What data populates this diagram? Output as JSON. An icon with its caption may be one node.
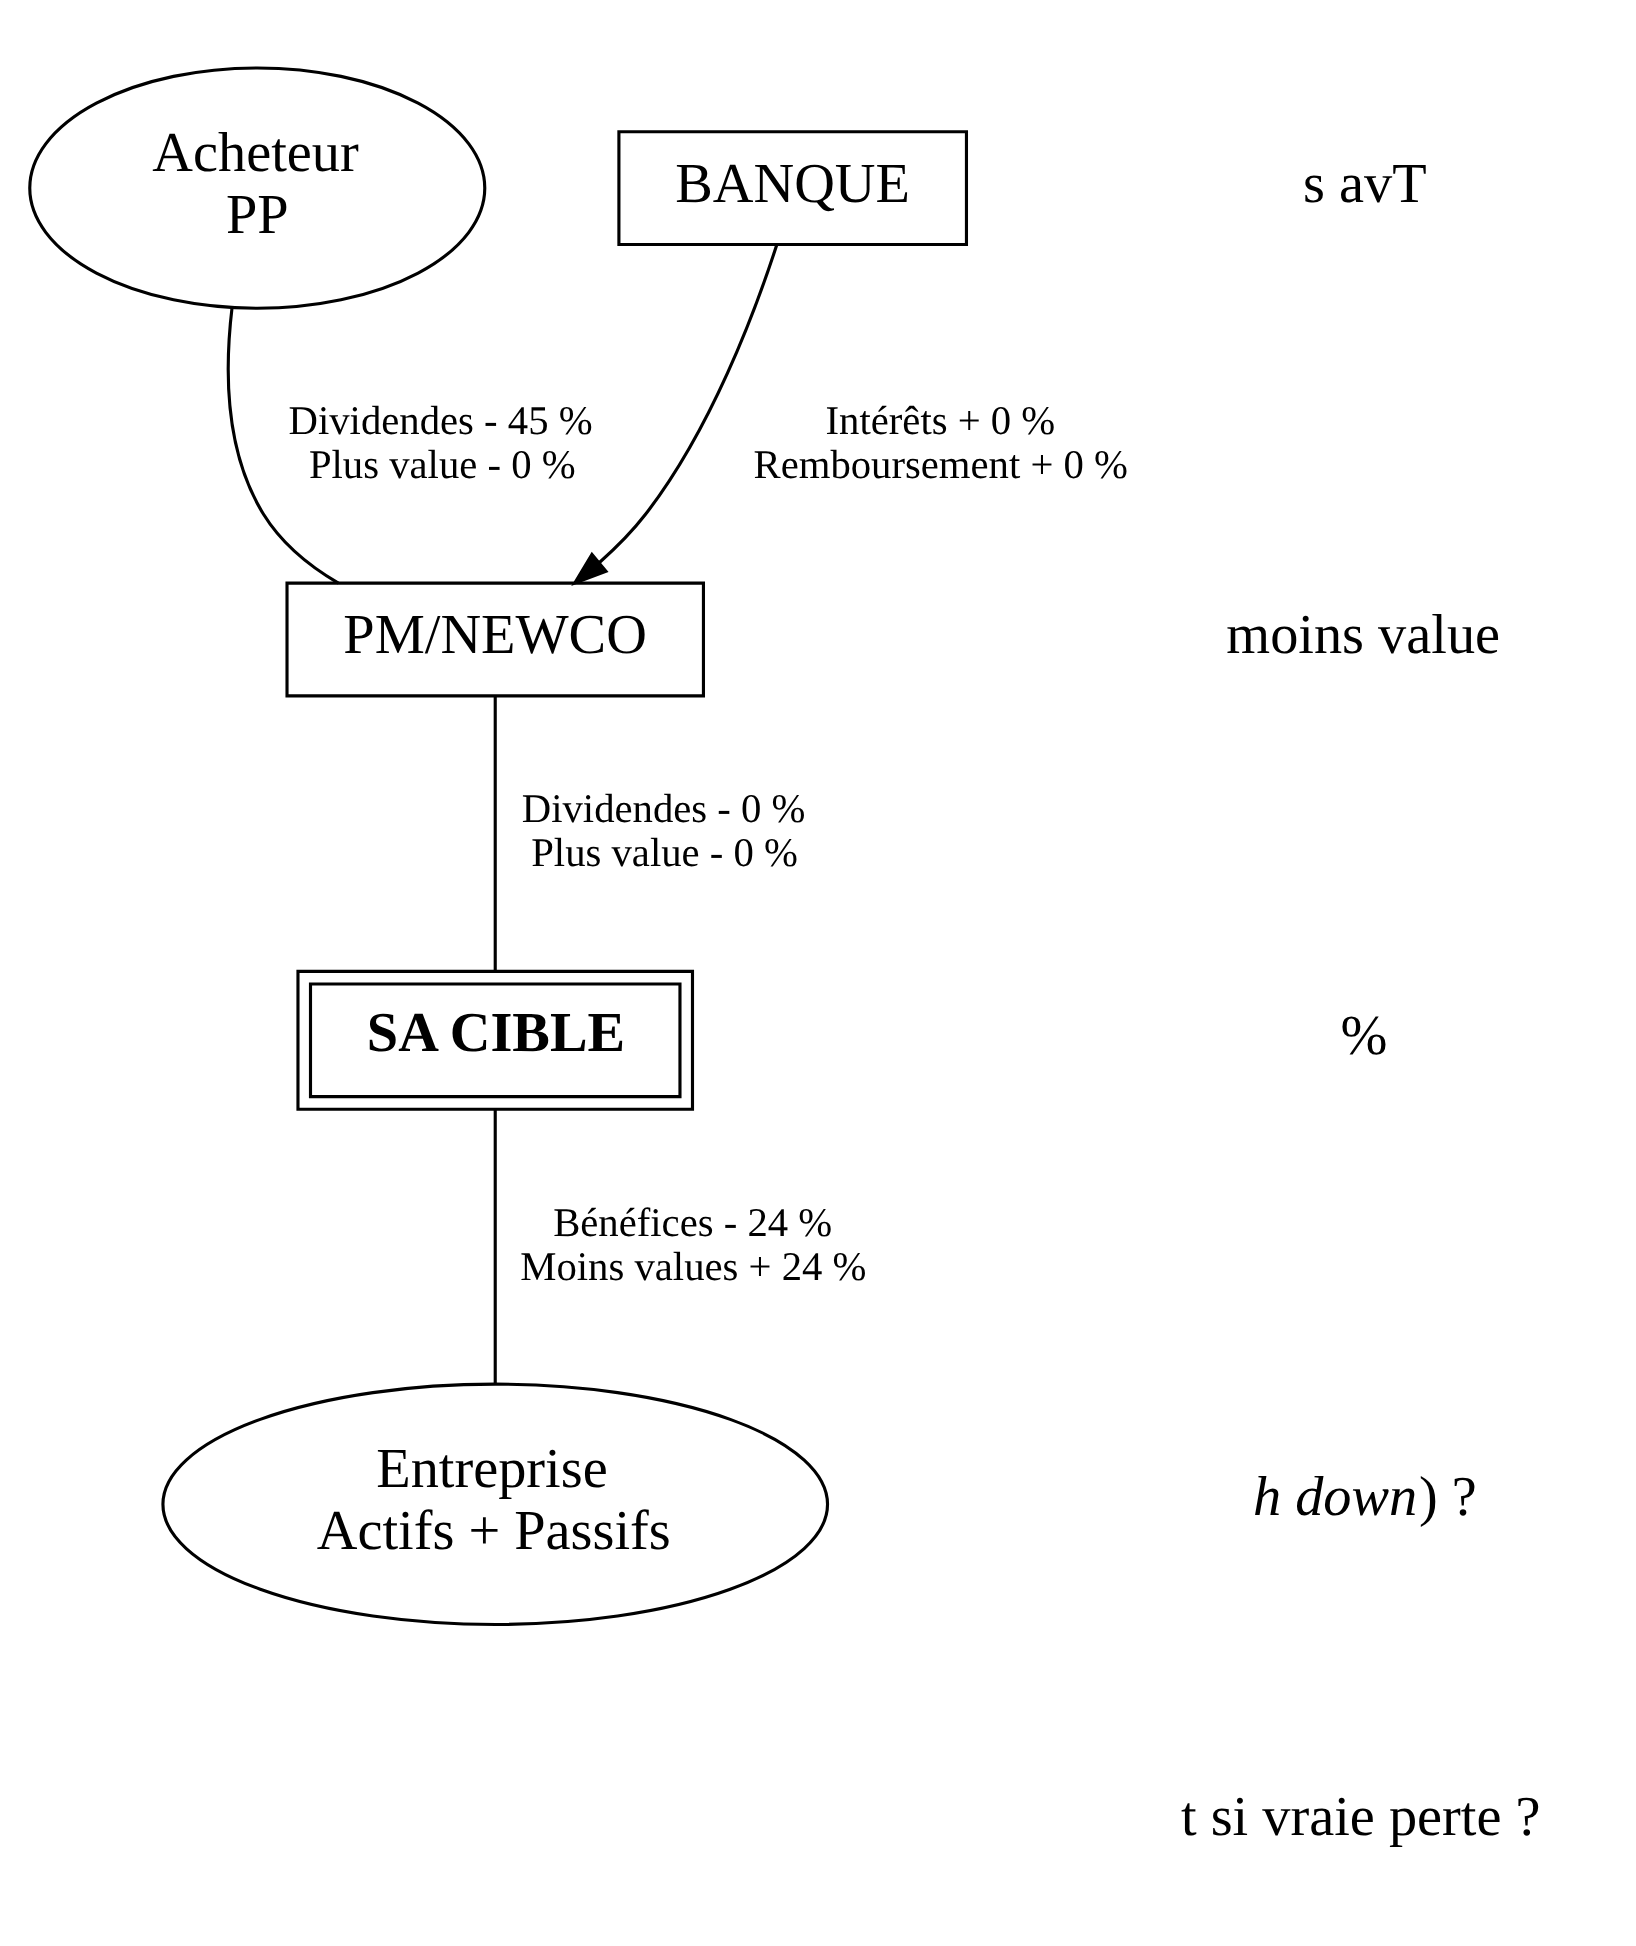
{
  "diagram": {
    "nodes": [
      {
        "text": [
          "Acheteur",
          "PP"
        ]
      },
      {
        "text": [
          "BANQUE"
        ]
      },
      {
        "text": [
          "PM/NEWCO"
        ]
      },
      {
        "text": [
          "SA CIBLE"
        ]
      },
      {
        "text": [
          "Entreprise",
          "Actifs + Passifs"
        ]
      }
    ],
    "edges": [
      {
        "from": 0,
        "to": 2,
        "arrow": "none",
        "label": "Dividendes - 45 % Plus value - 0 %"
      },
      {
        "from": 1,
        "to": 2,
        "arrow": "to",
        "label": "Intérêts + 0 % Remboursement + 0 %"
      },
      {
        "from": 2,
        "to": 3,
        "arrow": "none",
        "label": "Dividendes - 0 % Plus value - 0 %"
      },
      {
        "from": 3,
        "to": 4,
        "arrow": "none",
        "label": "Bénéfices - 24 % Moins values + 24 %"
      }
    ],
    "labels": [
      "s avT",
      "moins value",
      "%",
      "*h down*) ?",
      "t si vraie perte ?"
    ]
  }
}
